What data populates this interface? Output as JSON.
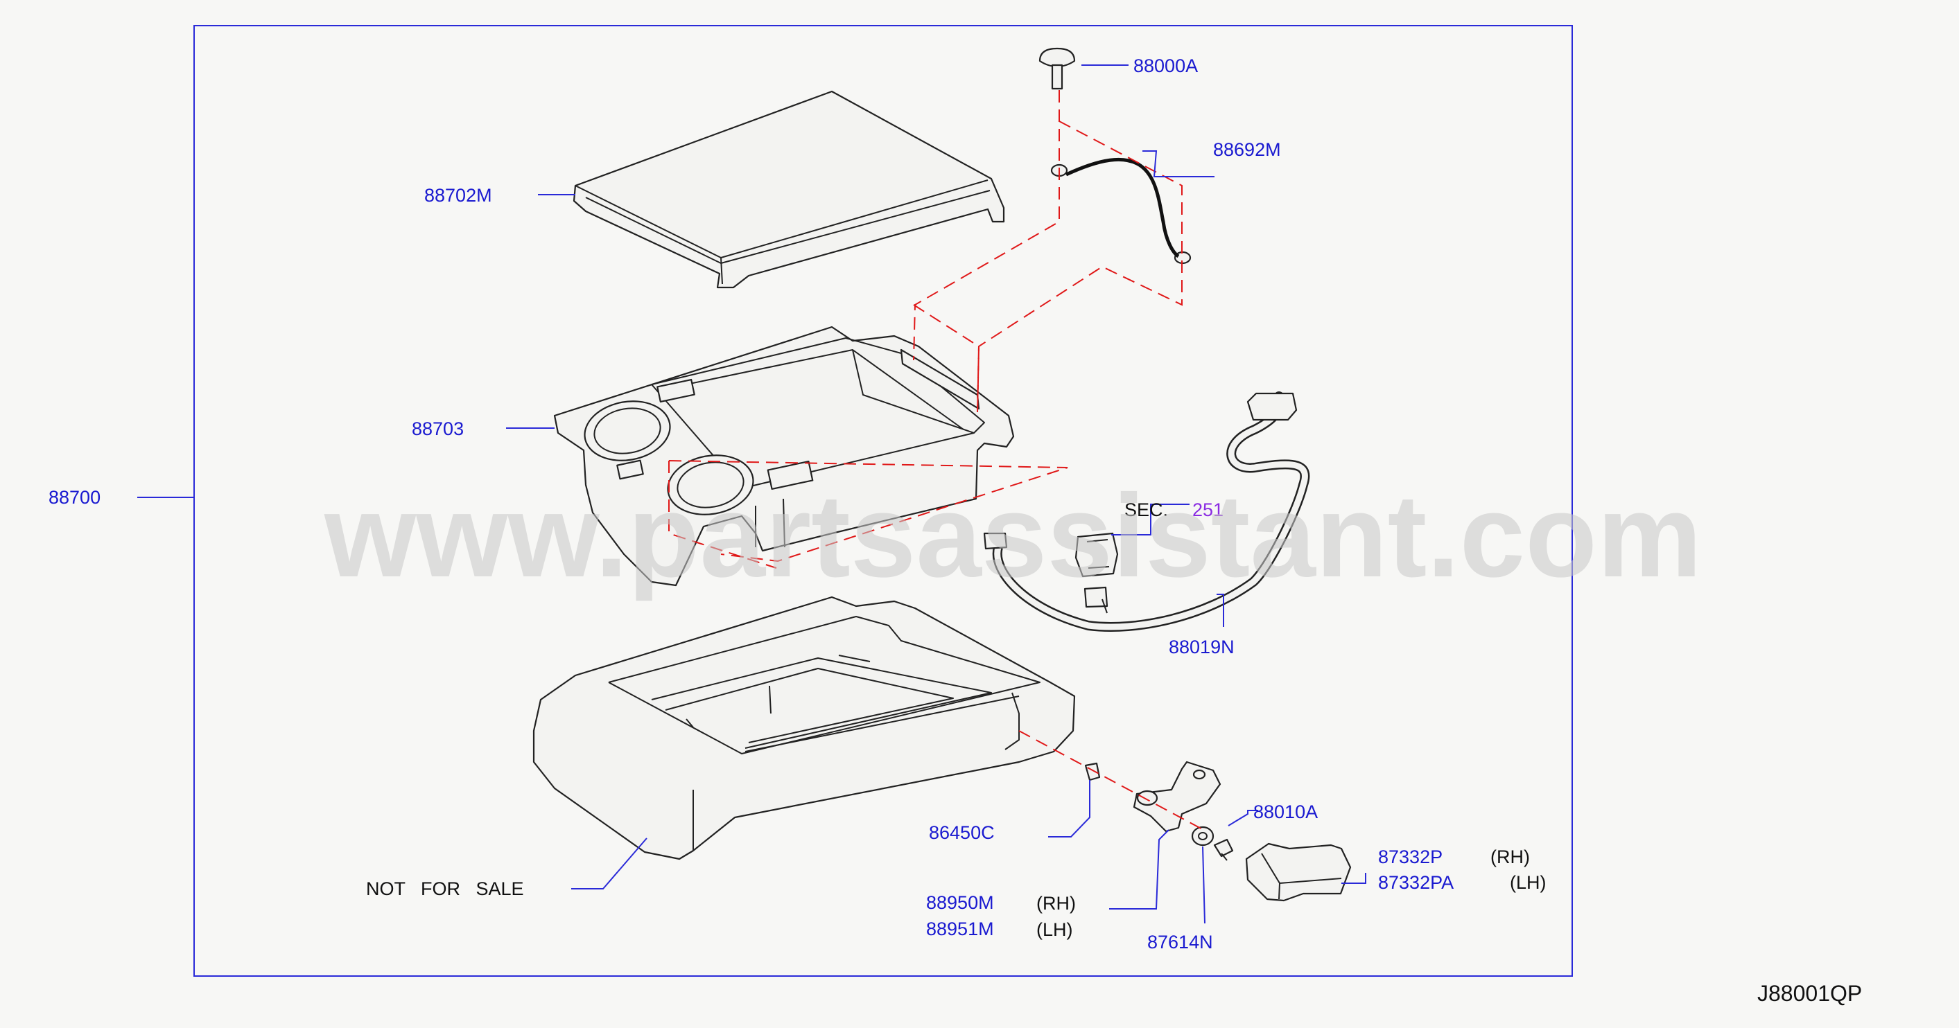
{
  "watermark": "www.partsassistant.com",
  "diagram_code": "J88001QP",
  "labels": {
    "assembly": "88700",
    "lid": "88702M",
    "box": "88703",
    "bolt": "88000A",
    "cable": "88692M",
    "sec_prefix": "SEC.",
    "sec_number": "251",
    "harness": "88019N",
    "base_note": "NOT   FOR   SALE",
    "clip": "86450C",
    "bracket_rh": "88950M",
    "bracket_lh": "88951M",
    "rh": "(RH)",
    "lh": "(LH)",
    "screw": "88010A",
    "washer": "87614N",
    "cover_rh": "87332P",
    "cover_lh": "87332PA"
  },
  "colors": {
    "label_blue": "#1a1ad0",
    "dash_red": "#e01818",
    "frame_blue": "#2a2ad8",
    "section_purple": "#8a2be2"
  }
}
